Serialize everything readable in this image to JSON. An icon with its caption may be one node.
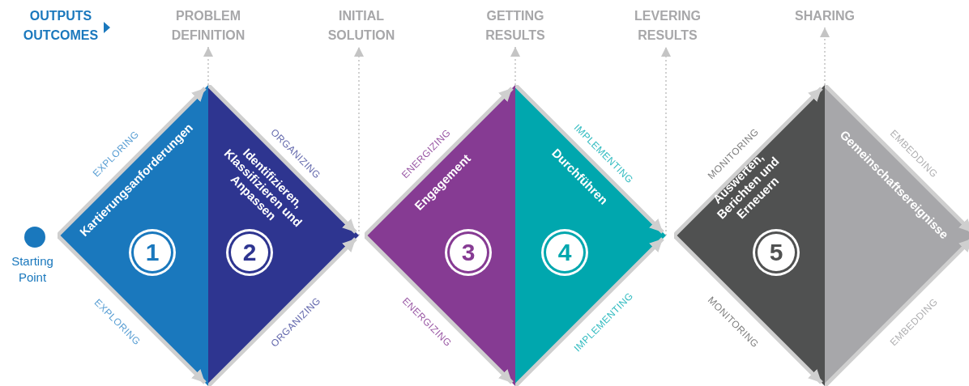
{
  "diagram": {
    "nodes": [
      {
        "text": [],
        "shape": "circle",
        "beside": [
          "Starting Point"
        ]
      },
      {
        "text": [
          "Kartierungsanforderungen",
          "1"
        ],
        "beside": [
          "EXPLORING",
          "EXPLORING"
        ]
      },
      {
        "text": [
          "Identifizieren, Klassifizieren und Anpassen",
          "2"
        ],
        "beside": [
          "ORGANIZING",
          "ORGANIZING"
        ]
      },
      {
        "text": [
          "Engagement",
          "3"
        ],
        "beside": [
          "ENERGIZING",
          "ENERGIZING"
        ]
      },
      {
        "text": [
          "Durchführen",
          "4"
        ],
        "beside": [
          "IMPLEMENTING",
          "IMPLEMENTING"
        ]
      },
      {
        "text": [
          "Auswerten, Berichten und Erneuern",
          "5"
        ],
        "beside": [
          "MONITORING",
          "MONITORING"
        ]
      },
      {
        "text": [
          "Gemeinschaftsereignisse"
        ],
        "beside": [
          "EMBEDDING",
          "EMBEDDING"
        ]
      },
      {
        "text": [
          "PROBLEM DEFINITION"
        ]
      },
      {
        "text": [
          "INITIAL SOLUTION"
        ]
      },
      {
        "text": [
          "GETTING RESULTS"
        ]
      },
      {
        "text": [
          "LEVERING RESULTS"
        ]
      },
      {
        "text": [
          "SHARING"
        ]
      }
    ],
    "edges": [
      {
        "from": 1,
        "to": 7,
        "arrow": "to",
        "style": "dashed"
      },
      {
        "from": 2,
        "to": 8,
        "arrow": "to",
        "style": "dashed"
      },
      {
        "from": 3,
        "to": 9,
        "arrow": "to",
        "style": "dashed"
      },
      {
        "from": 4,
        "to": 10,
        "arrow": "to",
        "style": "dashed"
      },
      {
        "from": 5,
        "to": 11,
        "arrow": "to",
        "style": "dashed"
      }
    ],
    "labels": [
      "OUTPUTS OUTCOMES"
    ]
  }
}
